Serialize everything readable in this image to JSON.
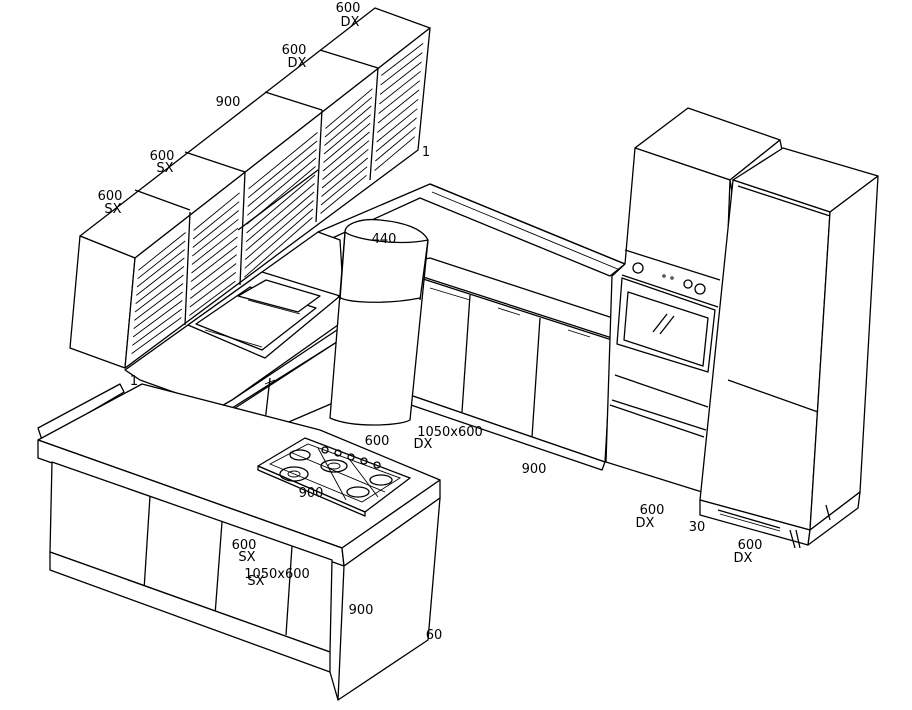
{
  "title": "",
  "colors": {
    "line": "#000000",
    "background": "#ffffff"
  },
  "labels": {
    "wall_600_dx_a": {
      "size": "600",
      "side": "DX"
    },
    "wall_600_dx_b": {
      "size": "600",
      "side": "DX"
    },
    "wall_900": {
      "size": "900"
    },
    "wall_600_sx_a": {
      "size": "600",
      "side": "SX"
    },
    "wall_600_sx_b": {
      "size": "600",
      "side": "SX"
    },
    "wall_end_1": "1",
    "sink_end_1": "1",
    "hood_440": "440",
    "base_600_dx": {
      "size": "600",
      "side": "DX"
    },
    "base_corner": "1050x600",
    "base_900": "900",
    "oven_600_dx": {
      "size": "600",
      "side": "DX"
    },
    "filler_30": "30",
    "fridge_600_dx": {
      "size": "600",
      "side": "DX"
    },
    "island_hob_900": "900",
    "island_600_sx": {
      "size": "600",
      "side": "SX"
    },
    "island_corner": {
      "size": "1050x600",
      "side": "SX"
    },
    "island_height_900": "900",
    "island_plinth_60": "60"
  }
}
